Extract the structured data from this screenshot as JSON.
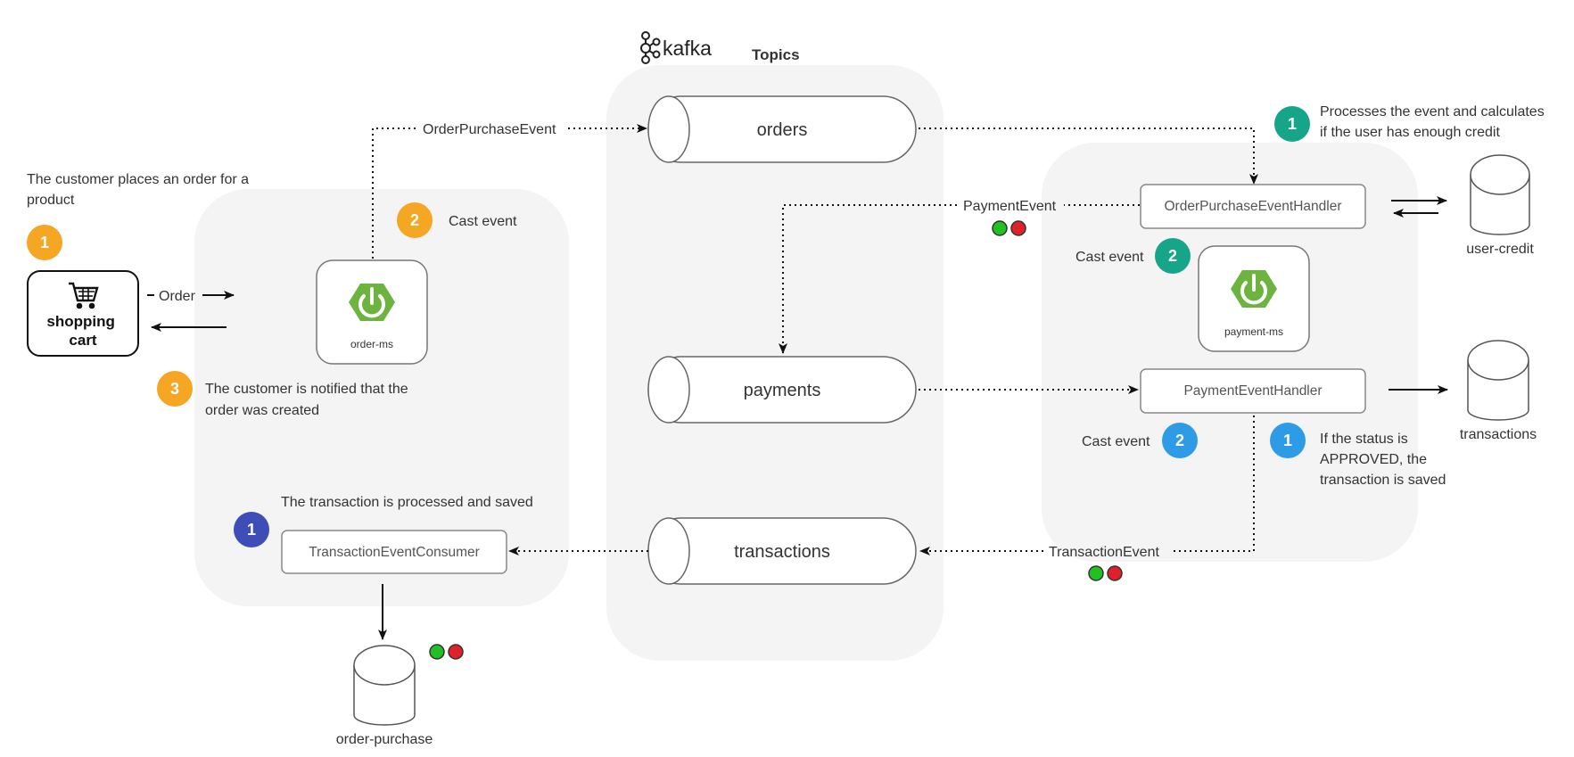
{
  "kafka_logo": "kafka",
  "topics_heading": "Topics",
  "cart": {
    "label_line1": "shopping",
    "label_line2": "cart",
    "icon": "cart-icon"
  },
  "customer_places": [
    "The customer places an order for a",
    "product"
  ],
  "order_label": "Order",
  "order_ms": {
    "label": "order-ms",
    "icon": "spring-power-icon"
  },
  "cast_event_left": "Cast event",
  "customer_notified": [
    "The customer is notified that the",
    "order was created"
  ],
  "transaction_processed": "The transaction is processed and saved",
  "transaction_consumer": "TransactionEventConsumer",
  "order_purchase_db": "order-purchase",
  "order_purchase_event": "OrderPurchaseEvent",
  "topics": {
    "orders": "orders",
    "payments": "payments",
    "transactions": "transactions"
  },
  "payment_event": "PaymentEvent",
  "transaction_event": "TransactionEvent",
  "processes_note": [
    "Processes the event and calculates",
    "if the user has enough credit"
  ],
  "order_purchase_handler": "OrderPurchaseEventHandler",
  "user_credit_db": "user-credit",
  "cast_event_payment_green": "Cast event",
  "payment_ms": {
    "label": "payment-ms",
    "icon": "spring-power-icon"
  },
  "payment_handler": "PaymentEventHandler",
  "transactions_db": "transactions",
  "cast_event_payment_blue": "Cast event",
  "status_note": [
    "If the status is",
    "APPROVED, the",
    "transaction is saved"
  ],
  "badges": {
    "customer_step1": "1",
    "cast_event_step2": "2",
    "notified_step3": "3",
    "transaction_step1": "1",
    "processes_step1": "1",
    "payment_cast_step2": "2",
    "payment_cast_blue_step2": "2",
    "status_step1": "1"
  },
  "colors": {
    "orange": "#F5A623",
    "teal": "#17A589",
    "blue": "#2E9BE6",
    "indigo": "#3F4DB8",
    "spring_green": "#6DB33F",
    "ok_green": "#22C022",
    "fail_red": "#E0202A",
    "panel": "#F4F4F4"
  }
}
